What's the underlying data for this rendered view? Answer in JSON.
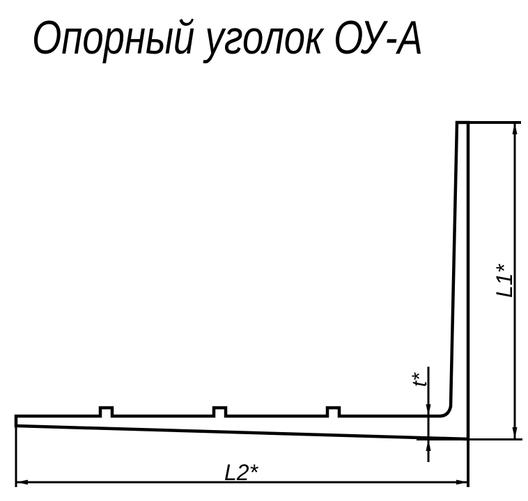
{
  "title": "Опорный уголок ОУ-А",
  "dimensions": {
    "l1": {
      "label": "L1*"
    },
    "l2": {
      "label": "L2*"
    },
    "t": {
      "label": "t*"
    }
  },
  "colors": {
    "line": "#000000",
    "background": "#ffffff"
  }
}
